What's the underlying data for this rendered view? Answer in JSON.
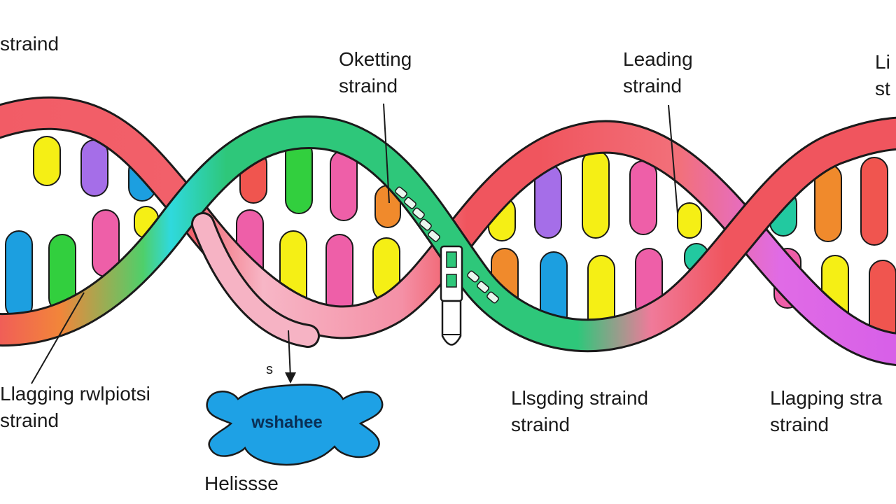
{
  "labels": {
    "top_left": {
      "line1": "straind",
      "line2": ""
    },
    "top_center": {
      "line1": "Oketting",
      "line2": "straind"
    },
    "top_right": {
      "line1": "Leading",
      "line2": "straind"
    },
    "top_far_right": {
      "line1": "Li",
      "line2": "st"
    },
    "bottom_left": {
      "line1": "Llagging rwlpiotsi",
      "line2": "straind"
    },
    "bottom_center": {
      "line1": "Llsgding straind",
      "line2": "straind"
    },
    "bottom_right": {
      "line1": "Llagping stra",
      "line2": "straind"
    },
    "helicase": "Helissse",
    "enzyme_text": "wshahee",
    "mark_s": "s"
  },
  "colors": {
    "strand_red": "#f0555e",
    "strand_pink": "#f5a3b8",
    "strand_green": "#2ec77a",
    "strand_cyan": "#2fd9dd",
    "strand_magenta": "#d65ee8",
    "strand_orange": "#f2853a",
    "enzyme_blue": "#1ea1e5",
    "base_yellow": "#f5ef15",
    "base_purple": "#a56ee8",
    "base_blue": "#1c9fe0",
    "base_pink": "#ee5fa8",
    "base_green": "#32cf3e",
    "base_red": "#f0554f",
    "base_orange": "#f08a2c",
    "base_teal": "#22c9a0"
  },
  "icons": {
    "enzyme": "helicase-enzyme-blob",
    "clamp": "replication-clamp"
  }
}
